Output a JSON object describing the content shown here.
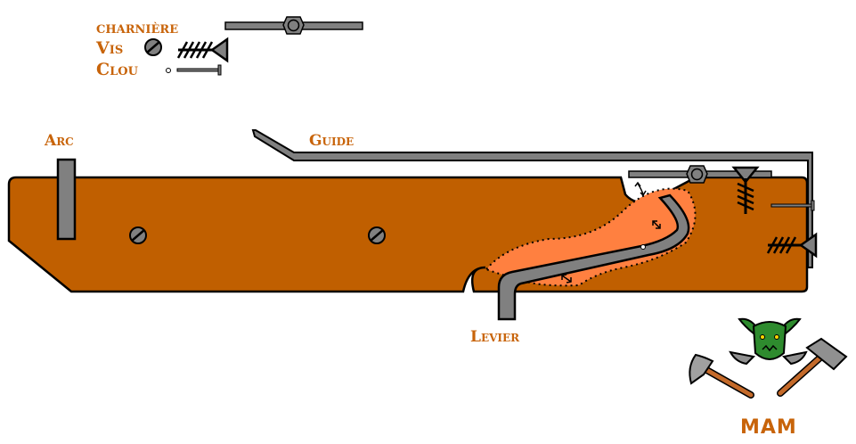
{
  "legend": {
    "hinge_label": "charnière",
    "screw_label": "Vis",
    "nail_label": "Clou"
  },
  "labels": {
    "arc": "Arc",
    "guide": "Guide",
    "lever": "Levier"
  },
  "signature": {
    "text": "MAM"
  },
  "colors": {
    "wood": "#c05f00",
    "wood_light": "#ff8040",
    "metal": "#808080",
    "metal_dark": "#404040",
    "label": "#c8640a",
    "orc_green": "#2e8b2e"
  },
  "icons": [
    "hinge-icon",
    "screw-icon",
    "screw-side-icon",
    "nail-icon",
    "nail-side-icon",
    "arrow-icon",
    "orc-head-icon",
    "axe-icon",
    "hammer-icon"
  ]
}
